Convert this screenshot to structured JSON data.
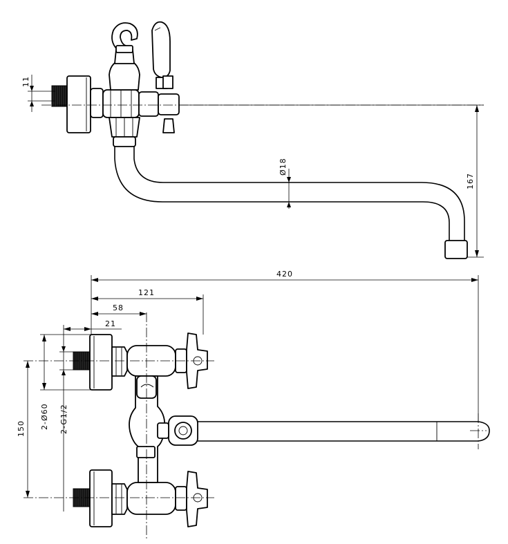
{
  "dimensions": {
    "thread_pitch_top": "11",
    "pipe_diameter": "Ø18",
    "spout_drop": "167",
    "overall_length": "420",
    "handle_offset": "121",
    "body_offset": "58",
    "inlet_offset": "21",
    "flange_diameter": "2-Ø60",
    "thread_size": "2-G1/2",
    "inlet_spacing": "150"
  }
}
